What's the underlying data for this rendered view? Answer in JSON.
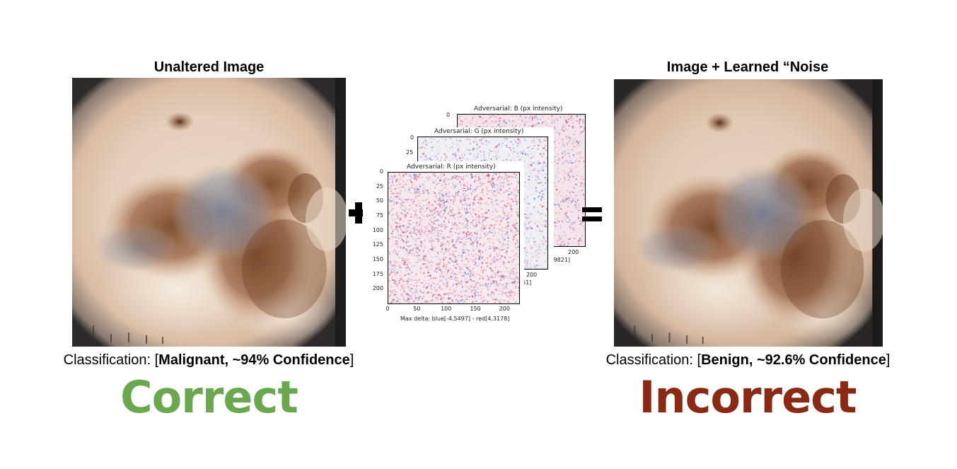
{
  "left_panel": {
    "title": "Unaltered Image",
    "classification_prefix": "Classification: [",
    "classification_value": "Malignant, ~94% Confidence",
    "classification_suffix": "]",
    "verdict": "Correct",
    "verdict_color": "#6aa84f"
  },
  "right_panel": {
    "title": "Image + Learned “Noise",
    "classification_prefix": "Classification: [",
    "classification_value": "Benign, ~92.6% Confidence",
    "classification_suffix": "]",
    "verdict": "Incorrect",
    "verdict_color": "#8b2a14"
  },
  "operators": {
    "plus": "+",
    "equals": "="
  },
  "noise_plots": {
    "b": {
      "title": "Adversarial: B (px intensity)",
      "y_tick_top": "0",
      "x_tick_right": "200",
      "footer_fragment": ".9821]"
    },
    "g": {
      "title": "Adversarial: G (px intensity)",
      "y_tick_0": "0",
      "y_tick_25": "25",
      "x_tick_right": "200",
      "footer_fragment": "61]"
    },
    "r": {
      "title": "Adversarial: R (px intensity)",
      "y_ticks": [
        "0",
        "25",
        "50",
        "75",
        "100",
        "125",
        "150",
        "175",
        "200"
      ],
      "x_ticks": [
        "0",
        "50",
        "100",
        "150",
        "200"
      ],
      "footer": "Max delta: blue[-4.5497] - red[4.3178]"
    }
  }
}
